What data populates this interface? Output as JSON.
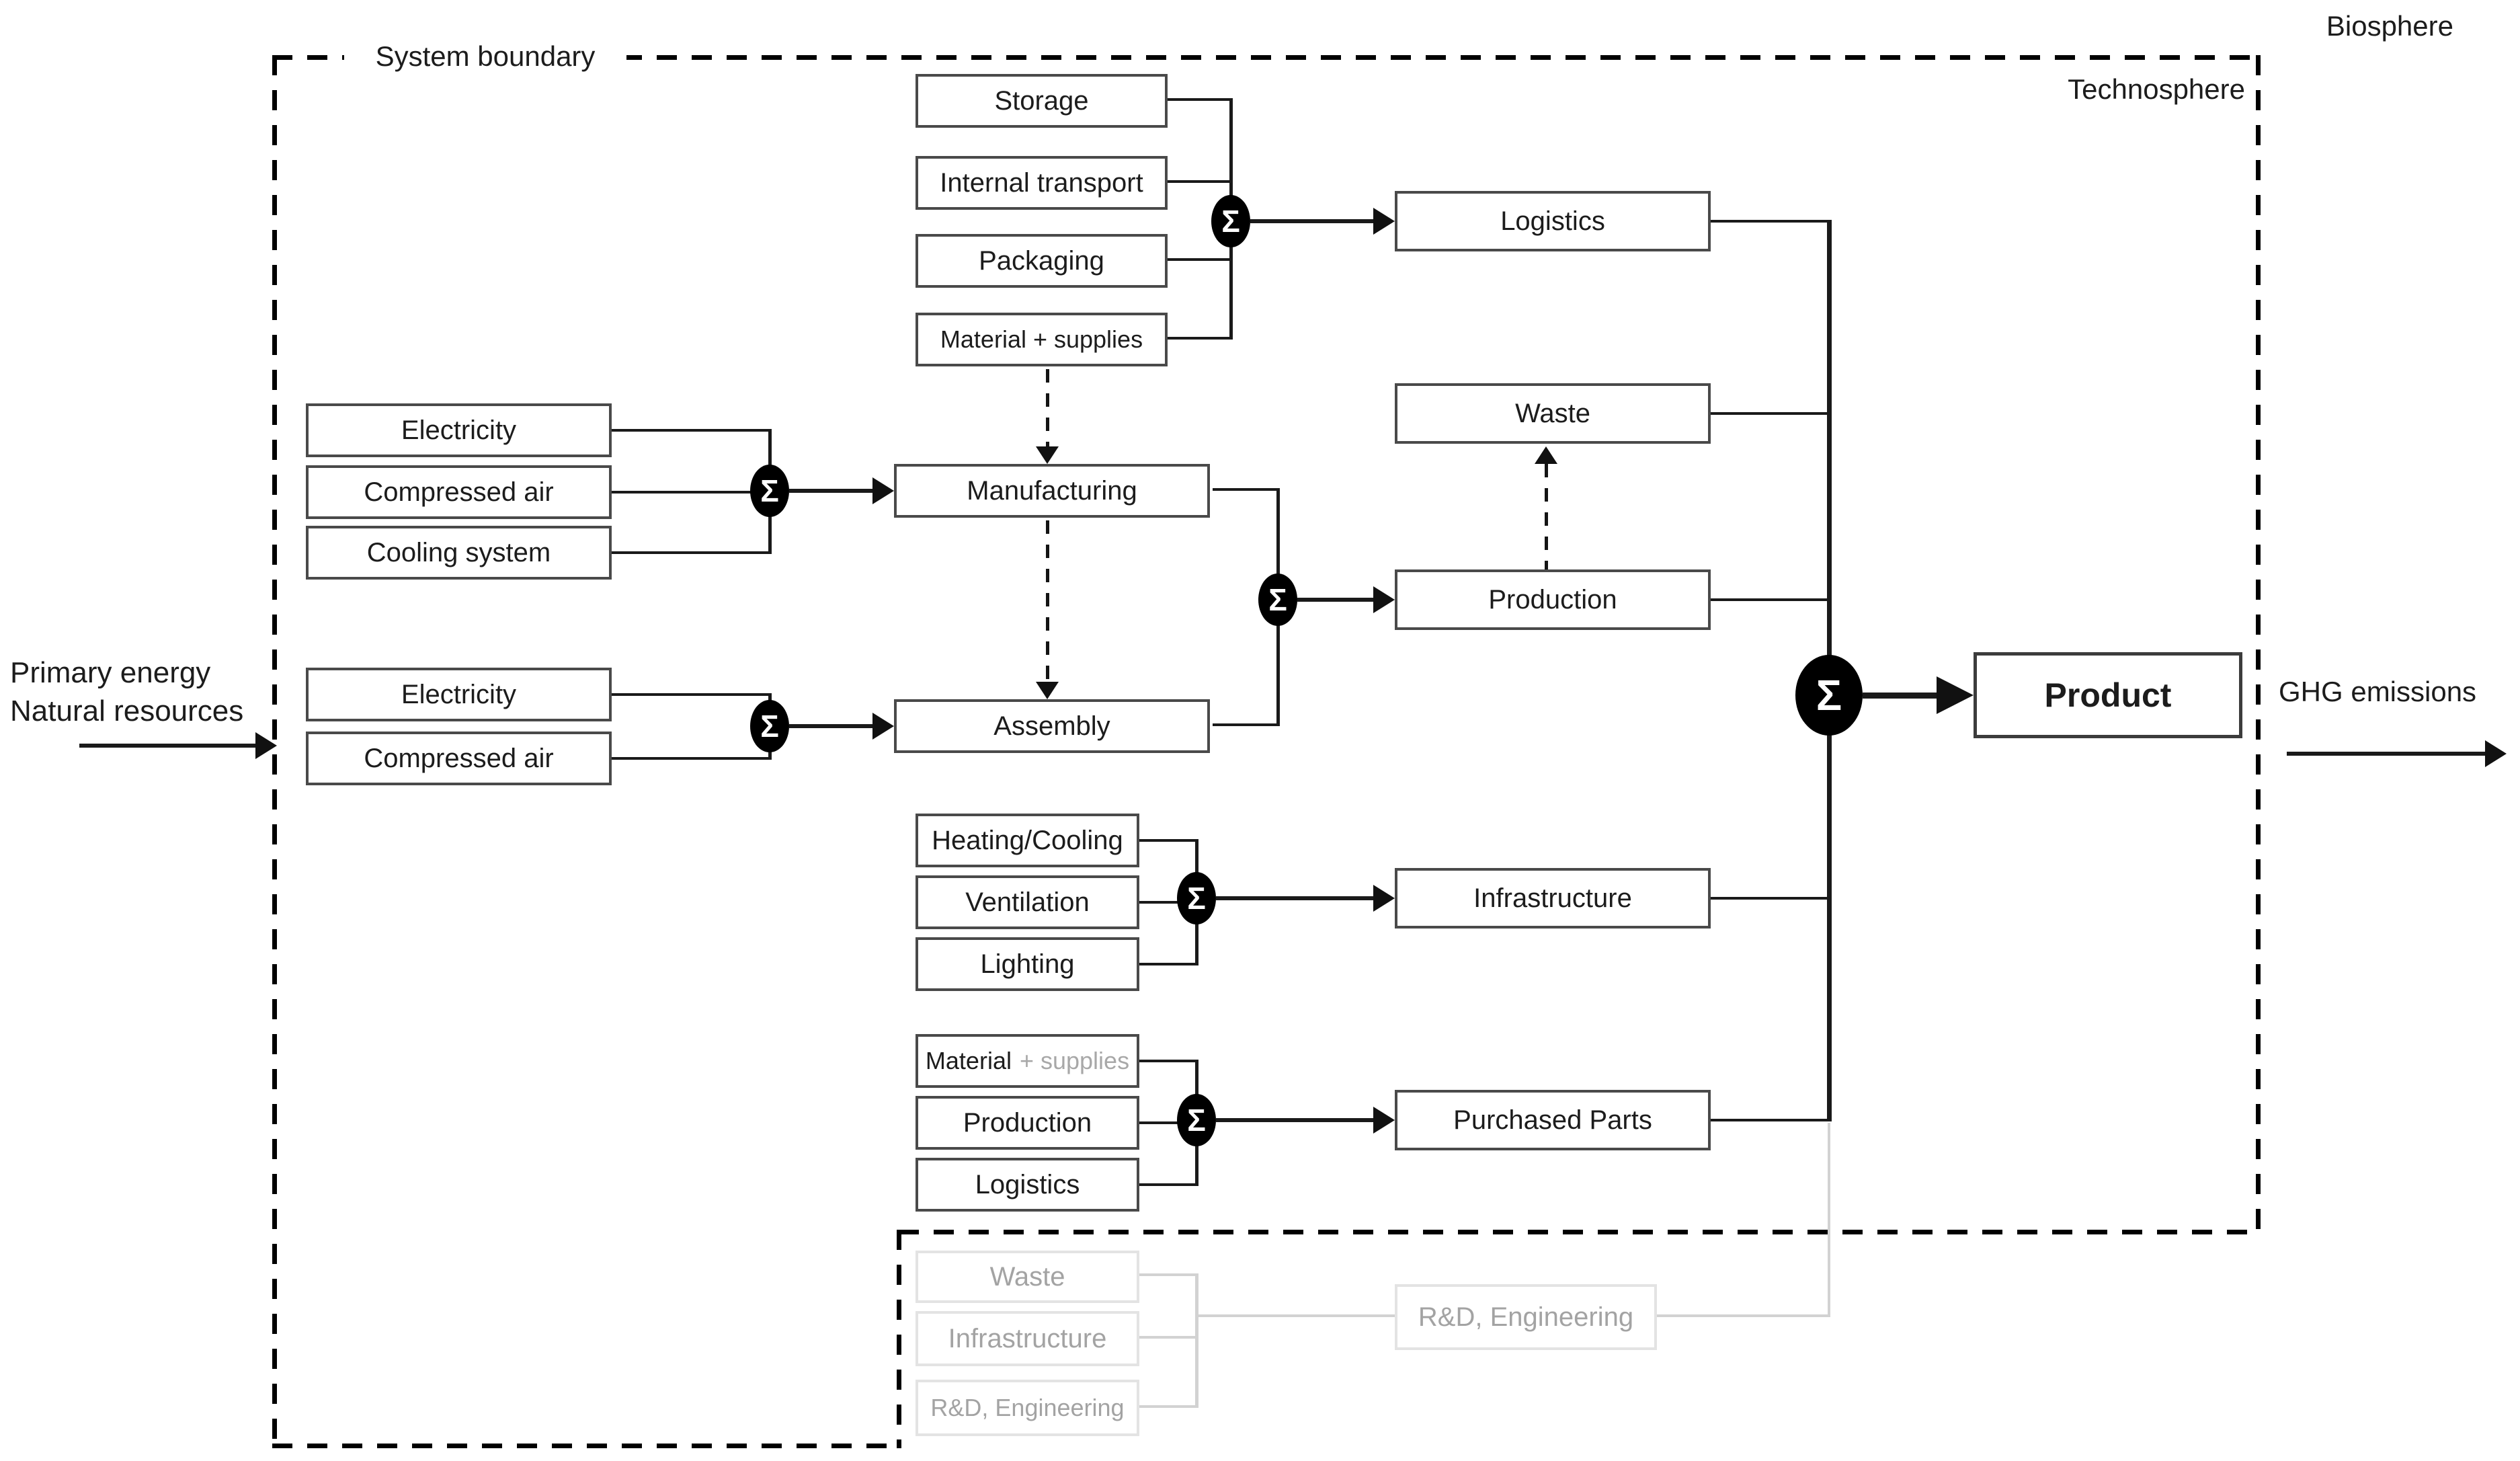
{
  "texts": {
    "system_boundary": "System boundary",
    "biosphere": "Biosphere",
    "technosphere": "Technosphere",
    "primary_energy_1": "Primary energy",
    "primary_energy_2": "Natural resources",
    "ghg_emissions": "GHG emissions",
    "sigma": "Σ",
    "storage": "Storage",
    "internal_transport": "Internal transport",
    "packaging": "Packaging",
    "material_supplies": "Material + supplies",
    "electricity_1": "Electricity",
    "compressed_air_1": "Compressed air",
    "cooling_system": "Cooling system",
    "electricity_2": "Electricity",
    "compressed_air_2": "Compressed air",
    "manufacturing": "Manufacturing",
    "assembly": "Assembly",
    "heating_cooling": "Heating/Cooling",
    "ventilation": "Ventilation",
    "lighting": "Lighting",
    "material_2": "Material",
    "material_2_suffix": "+ supplies",
    "production_input": "Production",
    "logistics_input": "Logistics",
    "logistics": "Logistics",
    "waste": "Waste",
    "production": "Production",
    "infrastructure": "Infrastructure",
    "purchased_parts": "Purchased Parts",
    "product": "Product",
    "waste_excluded": "Waste",
    "infrastructure_excluded": "Infrastructure",
    "rd_engineering_excluded": "R&D, Engineering",
    "rd_engineering_box": "R&D, Engineering"
  },
  "colors": {
    "line": "#1a1a1a",
    "box_border": "#4a4a4a",
    "faded_line": "#d2d2d2",
    "faded_text": "#a3a3a3",
    "node_fill": "#000000",
    "node_glyph": "#ffffff"
  }
}
